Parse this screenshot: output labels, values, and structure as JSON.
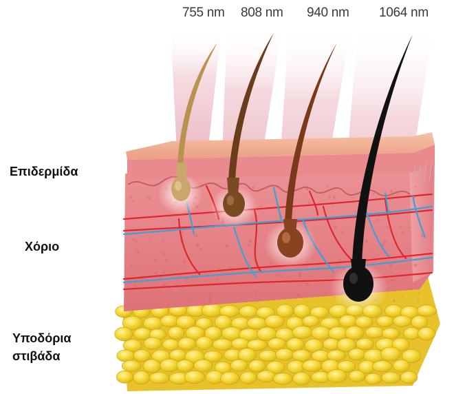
{
  "wavelengths": [
    {
      "label": "755 nm",
      "hair_color": "#c9a66b"
    },
    {
      "label": "808 nm",
      "hair_color": "#7a4a22"
    },
    {
      "label": "940 nm",
      "hair_color": "#8a4320"
    },
    {
      "label": "1064 nm",
      "hair_color": "#111111"
    }
  ],
  "layers": {
    "epidermis": "Επιδερμίδα",
    "dermis": "Χόριο",
    "subcutaneous_line1": "Υποδόρια",
    "subcutaneous_line2": "στιβάδα"
  },
  "colors": {
    "epidermis_top": "#f2b59a",
    "epidermis": "#e98a8e",
    "dermis": "#e27a80",
    "fat": "#f2d43a",
    "artery": "#e0252b",
    "vein": "#3f9fd6",
    "beam": "#d9808f"
  }
}
